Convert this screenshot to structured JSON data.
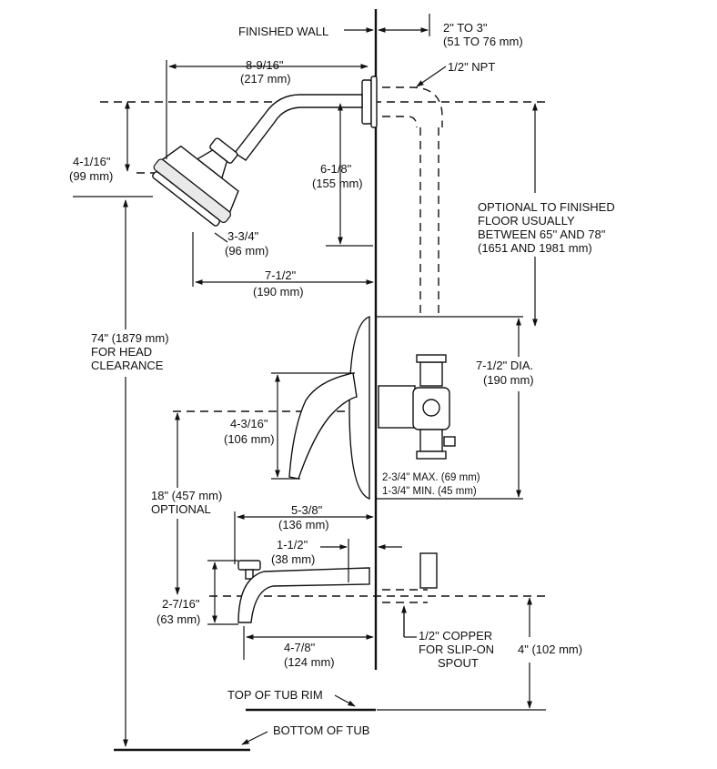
{
  "labels": {
    "finished_wall": "FINISHED WALL",
    "wall_to_pipe_in": "2\" TO 3\"",
    "wall_to_pipe_mm": "(51 TO 76 mm)",
    "npt": "1/2\" NPT",
    "arm_len_in": "8-9/16\"",
    "arm_len_mm": "(217 mm)",
    "head_drop_in": "4-1/16\"",
    "head_drop_mm": "(99 mm)",
    "arm_drop_in": "6-1/8\"",
    "arm_drop_mm": "(155 mm)",
    "head_dia_in": "3-3/4\"",
    "head_dia_mm": "(96 mm)",
    "head_reach_in": "7-1/2\"",
    "head_reach_mm": "(190 mm)",
    "floor_1": "OPTIONAL TO FINISHED",
    "floor_2": "FLOOR USUALLY",
    "floor_3": "BETWEEN 65'' AND 78\"",
    "floor_4": "(1651 AND 1981 mm)",
    "clear_1": "74\" (1879 mm)",
    "clear_2": "FOR HEAD",
    "clear_3": "CLEARANCE",
    "plate_dia_1": "7-1/2\" DIA.",
    "plate_dia_2": "(190 mm)",
    "handle_in": "4-3/16\"",
    "handle_mm": "(106 mm)",
    "max_depth": "2-3/4\" MAX. (69 mm)",
    "min_depth": "1-3/4\" MIN. (45 mm)",
    "valve_1": "18\" (457 mm)",
    "valve_2": "OPTIONAL",
    "spout_reach_in": "5-3/8\"",
    "spout_reach_mm": "(136 mm)",
    "spout_inlet_in": "1-1/2\"",
    "spout_inlet_mm": "(38 mm)",
    "spout_h_in": "2-7/16\"",
    "spout_h_mm": "(63 mm)",
    "spout_len_in": "4-7/8\"",
    "spout_len_mm": "(124 mm)",
    "copper_1": "1/2\" COPPER",
    "copper_2": "FOR SLIP-ON",
    "copper_3": "SPOUT",
    "tub_rim_dim": "4\" (102 mm)",
    "top_tub_rim": "TOP OF TUB RIM",
    "bottom_tub": "BOTTOM OF TUB"
  }
}
